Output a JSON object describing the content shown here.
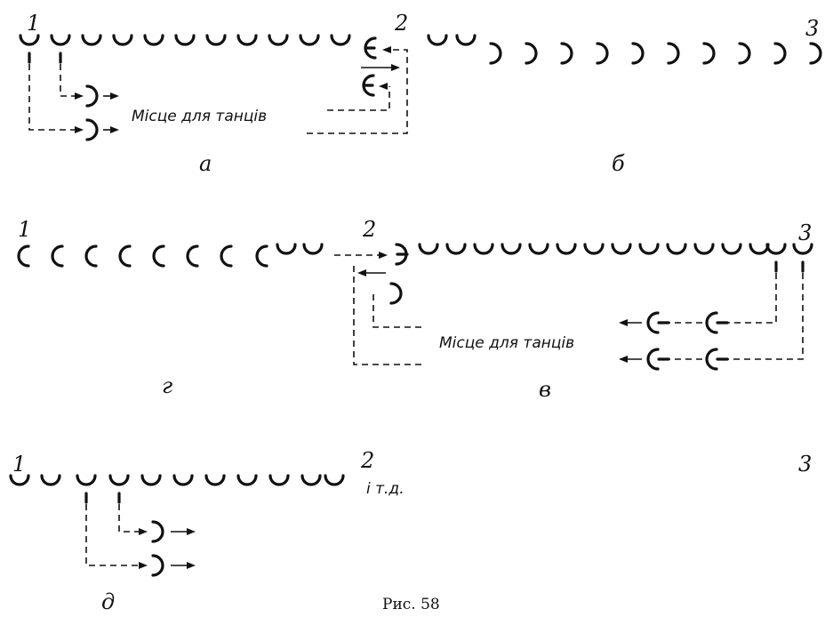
{
  "positions": {
    "a1": "1",
    "a2": "2",
    "a3": "3",
    "b1": "1",
    "b2": "2",
    "b3": "3",
    "c1": "1",
    "c2": "2",
    "c3": "3"
  },
  "captions": {
    "dance_area_1": "Місце для танців",
    "dance_area_2": "Місце для танців",
    "etc": "і т.д."
  },
  "panel_labels": {
    "a": "а",
    "b": "б",
    "v": "в",
    "g": "г",
    "d": "д"
  },
  "figure_caption": "Рис. 58"
}
